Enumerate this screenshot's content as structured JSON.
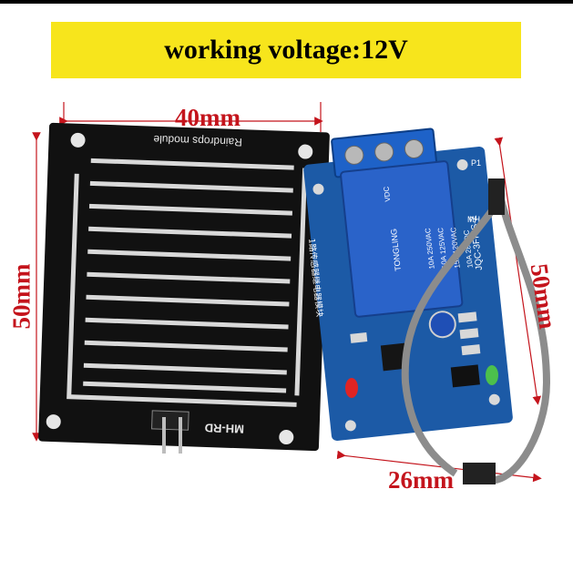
{
  "banner": {
    "text": "working voltage:12V"
  },
  "dimensions": {
    "raindrop_width": "40mm",
    "raindrop_height": "50mm",
    "relay_height": "50mm",
    "relay_width": "26mm"
  },
  "raindrop_board": {
    "label_top": "Raindrops module",
    "label_bottom": "MH-RD"
  },
  "relay_module": {
    "relay_brand": "TONGLING",
    "relay_specs": [
      "10A 250VAC",
      "10A 125VAC",
      "15A 120VAC",
      "10A 28VDC"
    ],
    "relay_model": "JQC-3FF-S-Z",
    "relay_vdc": "VDC",
    "silk_side": "1路传感器继电器模块",
    "silk_p1": "P1",
    "silk_mh": "MH"
  },
  "colors": {
    "banner_bg": "#f7e51c",
    "dimension_red": "#c4141c",
    "pcb_black": "#111111",
    "pcb_blue": "#1c5aa6",
    "relay_blue": "#2a63c9",
    "trace_silver": "#d9d9d9"
  }
}
